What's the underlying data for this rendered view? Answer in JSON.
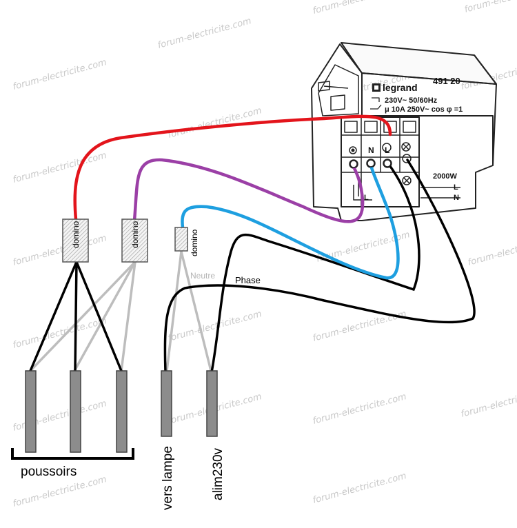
{
  "watermark": "forum-electricite.com",
  "module": {
    "brand": "legrand",
    "reference": "491 20",
    "spec_line_1": "230V~ 50/60Hz",
    "spec_line_2": "μ 10A 250V~ cos φ =1",
    "terminal_n": "N",
    "terminal_l": "L",
    "terminal_l_lower": "L",
    "load_power": "2000W",
    "side_l": "L",
    "side_n": "N"
  },
  "dominos": [
    {
      "label": "domino"
    },
    {
      "label": "domino"
    },
    {
      "label": "domino"
    }
  ],
  "labels": {
    "neutre": "Neutre",
    "phase": "Phase",
    "poussoirs": "poussoirs",
    "vers_lampe": "vers lampe",
    "alim": "alim230v"
  },
  "wire_colors": {
    "red": "#e3141b",
    "purple": "#9b3fa6",
    "blue": "#1e9fe0",
    "black": "#000000",
    "grey": "#bdbdbd"
  }
}
